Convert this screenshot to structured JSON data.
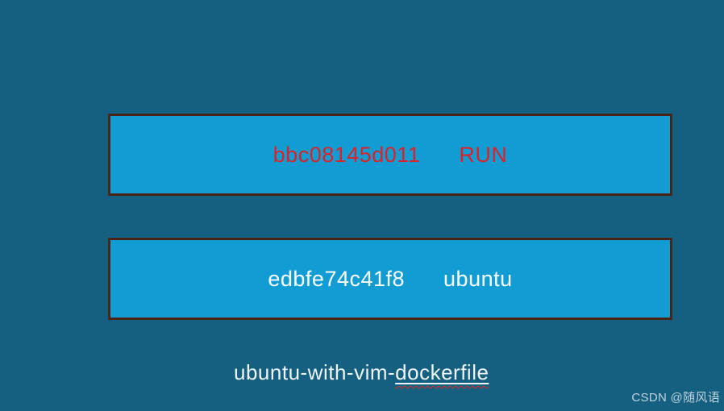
{
  "canvas": {
    "background_color": "#155F80"
  },
  "diagram": {
    "box_fill_color": "#129CD4",
    "box_border_color": "#4A2517",
    "boxes": [
      {
        "id": "bbc08145d011",
        "label": "RUN",
        "text_color": "#DC2127"
      },
      {
        "id": "edbfe74c41f8",
        "label": "ubuntu",
        "text_color": "#FFFFFF"
      }
    ],
    "caption": {
      "prefix": "ubuntu-with-vim-",
      "underlined_word": "dockerfile",
      "text_color": "#EFF4F6",
      "spellcheck_color": "#d93025"
    }
  },
  "watermark": {
    "text": "CSDN @随风语",
    "color": "rgba(226,236,241,0.82)"
  }
}
